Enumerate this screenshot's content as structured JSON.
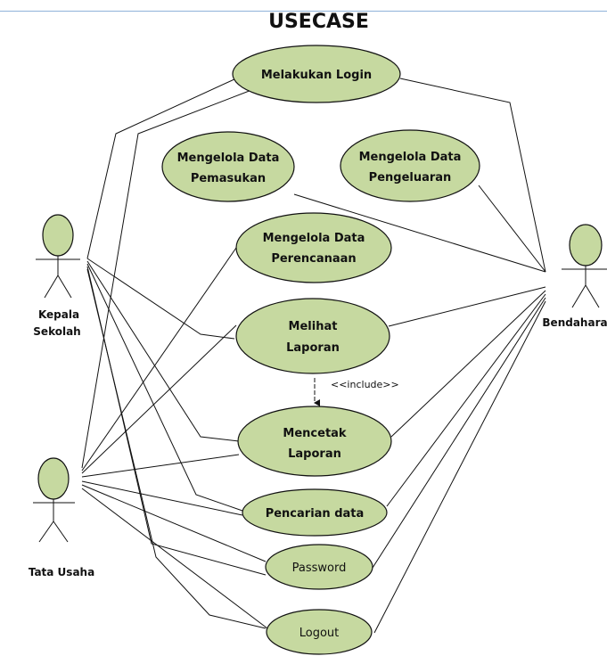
{
  "diagram": {
    "title": "USECASE",
    "actors": {
      "kepala_line1": "Kepala",
      "kepala_line2": "Sekolah",
      "tata_usaha": "Tata Usaha",
      "bendahara": "Bendahara"
    },
    "usecases": {
      "login": "Melakukan Login",
      "pemasukan_l1": "Mengelola Data",
      "pemasukan_l2": "Pemasukan",
      "pengeluaran_l1": "Mengelola Data",
      "pengeluaran_l2": "Pengeluaran",
      "perencanaan_l1": "Mengelola Data",
      "perencanaan_l2": "Perencanaan",
      "melihat_l1": "Melihat",
      "melihat_l2": "Laporan",
      "mencetak_l1": "Mencetak",
      "mencetak_l2": "Laporan",
      "pencarian": "Pencarian data",
      "password": "Password",
      "logout": "Logout"
    },
    "include_label": "<<include>>",
    "colors": {
      "usecase_fill": "#c6d9a0",
      "stroke": "#111111"
    }
  }
}
